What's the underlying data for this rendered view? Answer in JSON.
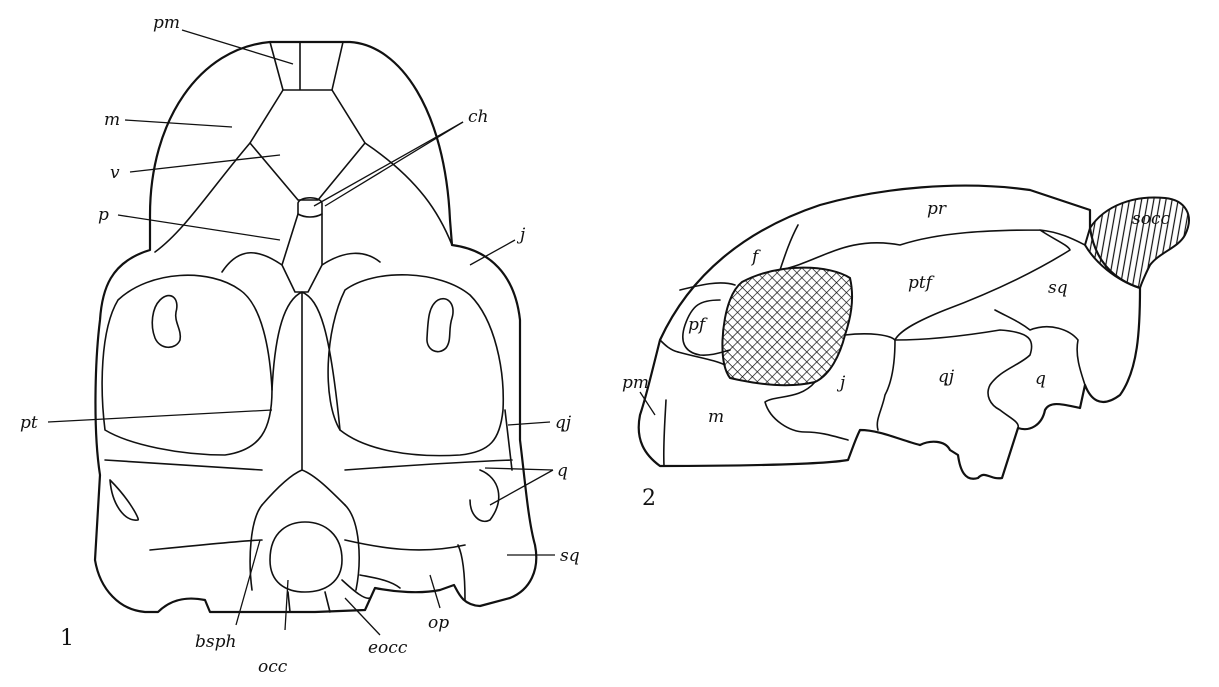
{
  "figure_numbers": {
    "ventral": "1",
    "lateral": "2"
  },
  "ventral_labels": {
    "pm": "pm",
    "m": "m",
    "v": "v",
    "ch": "ch",
    "p": "p",
    "j": "j",
    "pt": "pt",
    "qj": "qj",
    "q": "q",
    "sq": "sq",
    "bsph": "bsph",
    "occ": "occ",
    "eocc": "eocc",
    "op": "op"
  },
  "lateral_labels": {
    "pr": "pr",
    "socc": "socc",
    "f": "f",
    "ptf": "ptf",
    "sq": "sq",
    "pf": "pf",
    "pm": "pm",
    "m": "m",
    "j": "j",
    "qj": "qj",
    "q": "q"
  },
  "colors": {
    "ink": "#111111",
    "background": "#ffffff"
  }
}
